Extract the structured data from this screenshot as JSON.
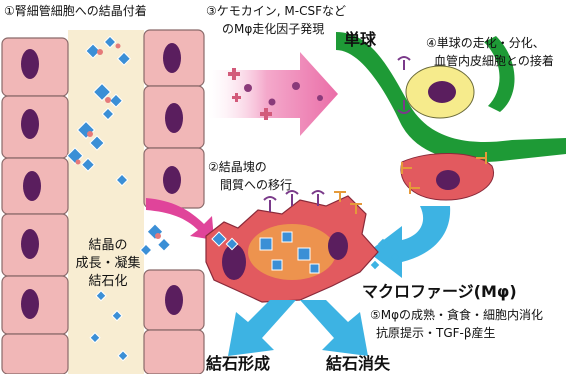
{
  "labels": {
    "step1": "①腎細管細胞への結晶付着",
    "step2_line1": "②結晶塊の",
    "step2_line2": "間質への移行",
    "step3_line1": "③ケモカイン, M-CSFなど",
    "step3_line2": "のMφ走化因子発現",
    "step4_line1": "④単球の走化・分化、",
    "step4_line2": "血管内皮細胞との接着",
    "step5_line1": "⑤Mφの成熟・貪食・細胞内消化",
    "step5_line2": "抗原提示・TGF-β産生",
    "monocyte": "単球",
    "macrophage": "マクロファージ(Mφ)",
    "crystal_line1": "結晶の",
    "crystal_line2": "成長・凝集",
    "crystal_line3": "結石化",
    "stone_formation": "結石形成",
    "stone_dissolution": "結石消失"
  },
  "colors": {
    "tubule_cell": "#f1b7b7",
    "tubule_border": "#8a6a6a",
    "lumen": "#f8edd2",
    "nucleus": "#5a1e5e",
    "crystal": "#3b8fd6",
    "arrow_pink": "#ea6ea8",
    "arrow_blue": "#3db3e3",
    "vessel_green": "#1e9a36",
    "monocyte_yellow": "#f6eb8c",
    "macrophage_red": "#e25a5f"
  }
}
